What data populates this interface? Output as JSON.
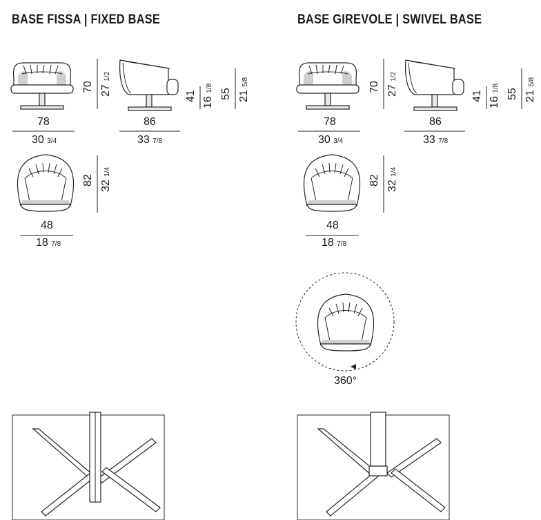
{
  "headings": {
    "fixed": "BASE FISSA  |  FIXED BASE",
    "swivel": "BASE GIREVOLE  |  SWIVEL BASE"
  },
  "dimensions": {
    "width_cm": "78",
    "width_in": "30",
    "width_in_frac": "3/4",
    "depth_cm": "86",
    "depth_in": "33",
    "depth_in_frac": "7/8",
    "height_cm": "70",
    "height_in": "27",
    "height_in_frac": "1/2",
    "seat_cm": "41",
    "seat_in": "16",
    "seat_in_frac": "1/8",
    "arm_cm": "55",
    "arm_in": "21",
    "arm_in_frac": "5/8",
    "top_depth_cm": "82",
    "top_depth_in": "32",
    "top_depth_in_frac": "1/4",
    "seat_width_cm": "48",
    "seat_width_in": "18",
    "seat_width_in_frac": "7/8"
  },
  "rotation_label": "360°"
}
